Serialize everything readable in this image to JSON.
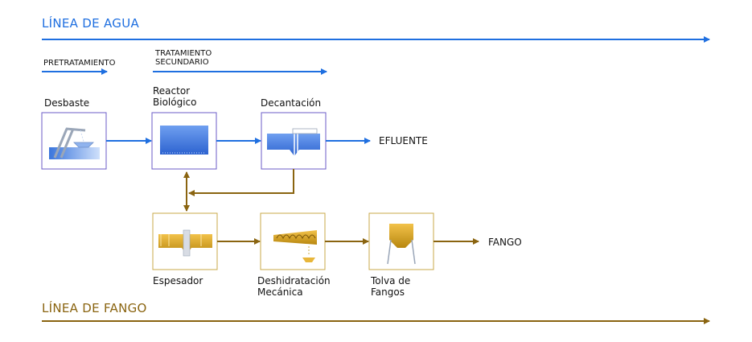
{
  "water_line": {
    "title": "LÍNEA DE AGUA",
    "color": "#1f6fe0"
  },
  "sludge_line": {
    "title": "LÍNEA DE FANGO",
    "color": "#8a6410"
  },
  "stages": {
    "pretreatment": "PRETRATAMIENTO",
    "secondary_1": "TRATAMIENTO",
    "secondary_2": "SECUNDARIO"
  },
  "water_units": {
    "desbaste": "Desbaste",
    "reactor_1": "Reactor",
    "reactor_2": "Biológico",
    "decantacion": "Decantación",
    "efluente": "EFLUENTE"
  },
  "sludge_units": {
    "espesador": "Espesador",
    "deshidratacion_1": "Deshidratación",
    "deshidratacion_2": "Mecánica",
    "tolva_1": "Tolva de",
    "tolva_2": "Fangos",
    "fango": "FANGO"
  }
}
